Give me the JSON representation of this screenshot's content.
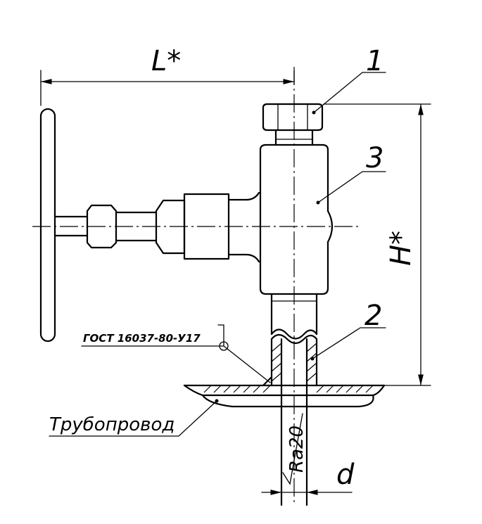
{
  "labels": {
    "dim_L": "L*",
    "dim_H": "H*",
    "dim_d": "d",
    "part_1": "1",
    "part_2": "2",
    "part_3": "3",
    "weld_standard": "ГОСТ 16037-80-У17",
    "pipeline": "Трубопровод",
    "roughness": "Ra20"
  }
}
